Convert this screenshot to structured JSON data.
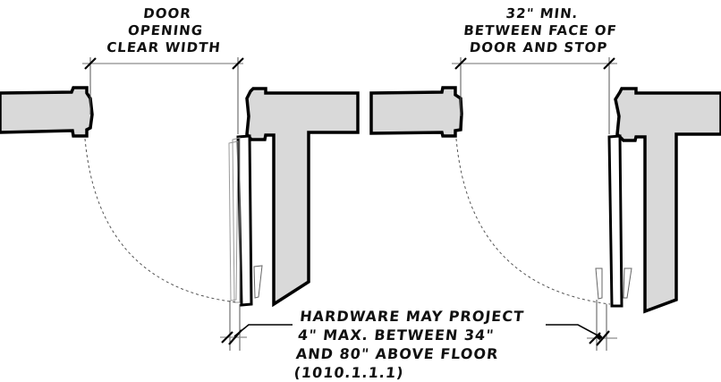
{
  "diagram": {
    "left_panel": {
      "dimension_label": [
        "Door",
        "Opening",
        "Clear Width"
      ]
    },
    "right_panel": {
      "dimension_label": [
        "32\" Min.",
        "Between Face of",
        "Door and Stop"
      ]
    },
    "callout": {
      "lines": [
        "Hardware may project",
        "4\" max. between 34\"",
        "and 80\" above floor",
        "(1010.1.1.1)"
      ]
    },
    "colors": {
      "wall_fill": "#d9d9d9",
      "outline": "#000000",
      "dimension_line": "#8c8c8c",
      "background": "#ffffff"
    }
  }
}
